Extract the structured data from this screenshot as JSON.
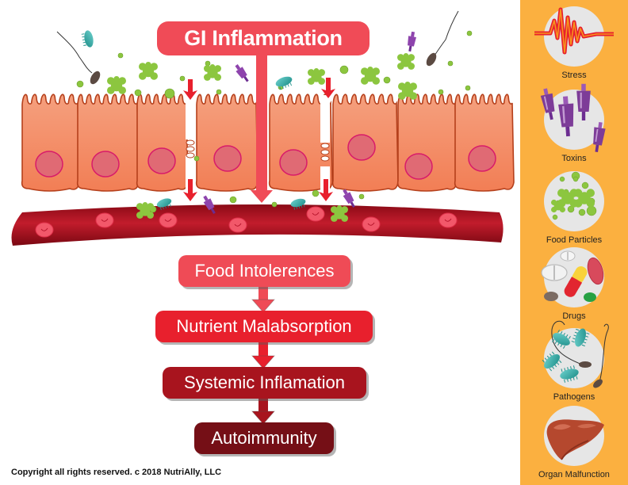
{
  "title": "GI Inflammation",
  "flow": [
    {
      "label": "Food Intolerences",
      "color": "#ef4b56"
    },
    {
      "label": "Nutrient Malabsorption",
      "color": "#e8202d"
    },
    {
      "label": "Systemic Inflamation",
      "color": "#a8141e"
    },
    {
      "label": "Autoimmunity",
      "color": "#750f16"
    }
  ],
  "sidebar": {
    "background": "#fbb040",
    "items": [
      {
        "label": "Stress",
        "icon": "stress-waveform-icon"
      },
      {
        "label": "Toxins",
        "icon": "toxins-icon"
      },
      {
        "label": "Food Particles",
        "icon": "food-particles-icon"
      },
      {
        "label": "Drugs",
        "icon": "drugs-pills-icon"
      },
      {
        "label": "Pathogens",
        "icon": "pathogens-bacteria-icon"
      },
      {
        "label": "Organ Malfunction",
        "icon": "liver-icon"
      }
    ]
  },
  "illustration": {
    "cell_color": "#f28c68",
    "cell_outline": "#b5401c",
    "nucleus_color": "#e06a74",
    "nucleus_outline": "#d81b6a",
    "vessel_color": "#a80f1c",
    "blood_cell_color": "#f2586a",
    "particle_color": "#8cc63f",
    "leak_arrow_color": "#e8202d"
  },
  "copyright": "Copyright all rights reserved. c 2018 NutriAlly, LLC"
}
